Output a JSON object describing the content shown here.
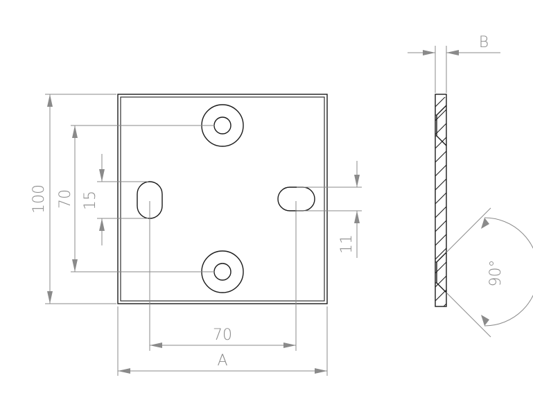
{
  "dimensions": {
    "height_total": "100",
    "height_holes": "70",
    "slot_length": "15",
    "slot_width": "11",
    "width_slots": "70",
    "width_total": "A",
    "thickness": "B",
    "countersink_angle": "90°"
  }
}
